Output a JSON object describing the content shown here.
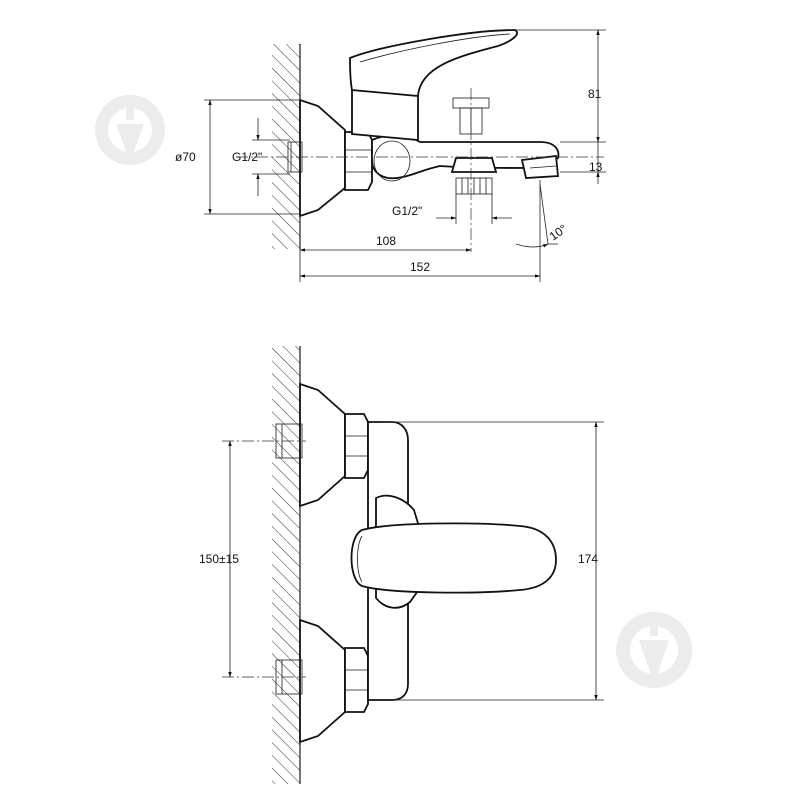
{
  "top_view": {
    "dim_height": "81",
    "dim_small": "13",
    "dim_diameter": "ø70",
    "dim_thread_inlet": "G1/2\"",
    "dim_thread_outlet": "G1/2\"",
    "dim_depth_outlet": "108",
    "dim_depth_total": "152",
    "dim_angle": "10°"
  },
  "front_view": {
    "dim_spacing": "150±15",
    "dim_height": "174"
  },
  "watermark": {
    "icon": "drop-icon"
  }
}
